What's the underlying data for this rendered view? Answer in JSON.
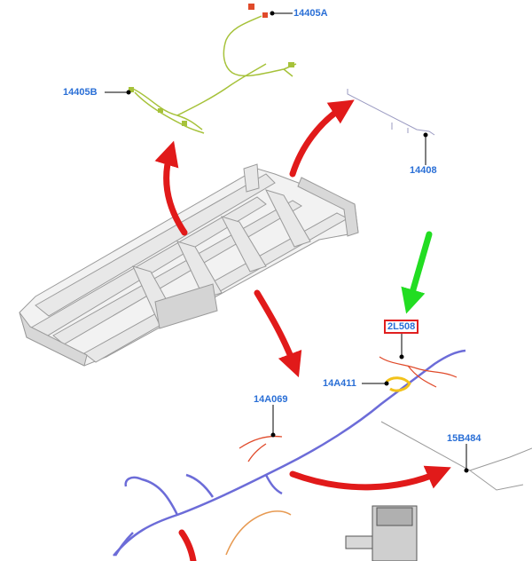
{
  "callouts": {
    "c14405A": "14405A",
    "c14405B": "14405B",
    "c14408": "14408",
    "c2L508": "2L508",
    "c14A411": "14A411",
    "c14A069": "14A069",
    "c15B484": "15B484"
  },
  "colors": {
    "label_blue": "#2a6fd6",
    "highlight_box": "#e01f1f",
    "red_arrow": "#e11a1a",
    "green_arrow": "#22dd22",
    "frame_gray": "#b9b9b9",
    "harness_green": "#a6c23a",
    "harness_blue": "#6c6cd8",
    "harness_orange": "#e79a52",
    "connector_red": "#e04a2a",
    "connector_yellow": "#f2c21a"
  }
}
